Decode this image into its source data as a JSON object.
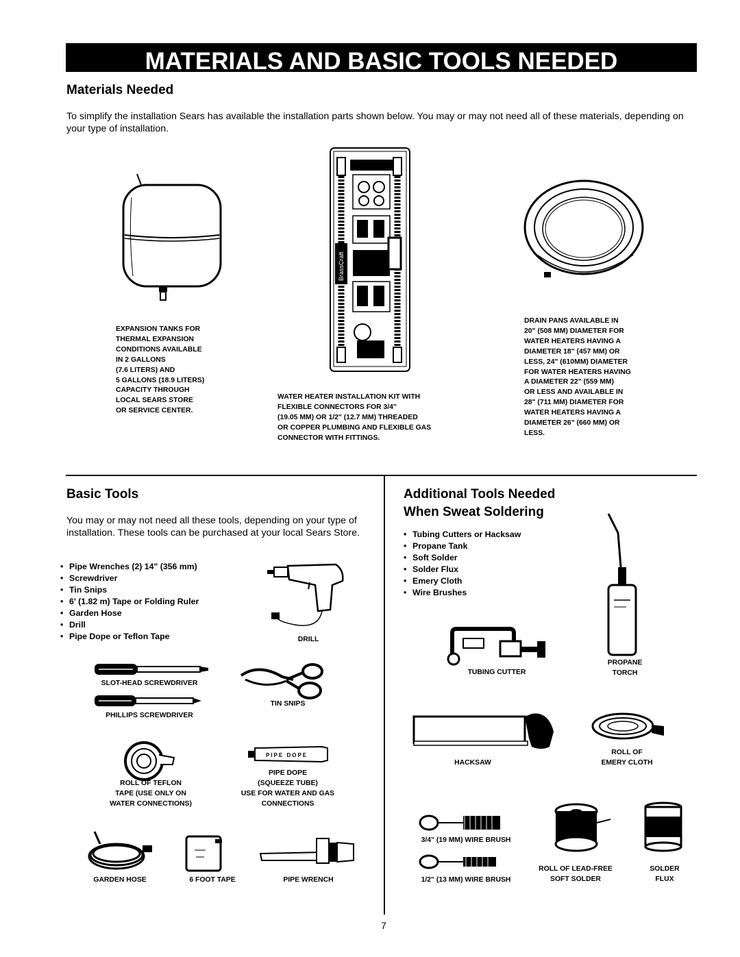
{
  "page": {
    "banner_title": "MATERIALS AND BASIC TOOLS NEEDED",
    "page_number": "7"
  },
  "materials": {
    "heading": "Materials Needed",
    "intro": "To simplify the installation Sears has available the installation parts shown below. You may or may not need all of these materials, depending on your type of installation.",
    "items": [
      {
        "icon": "expansion-tank-icon",
        "caption_lines": [
          "EXPANSION TANKS FOR",
          "THERMAL EXPANSION",
          "CONDITIONS AVAILABLE",
          "IN 2 GALLONS",
          "(7.6 LITERS) AND",
          "5 GALLONS (18.9 LITERS)",
          "CAPACITY THROUGH",
          "LOCAL SEARS STORE",
          "OR SERVICE CENTER."
        ]
      },
      {
        "icon": "installation-kit-icon",
        "kit_brand": "BrassCraft",
        "caption_lines": [
          "WATER HEATER INSTALLATION KIT WITH",
          "FLEXIBLE CONNECTORS FOR 3/4\"",
          "(19.05 mm) OR 1/2\" (12.7 mm) THREADED",
          "OR COPPER PLUMBING AND FLEXIBLE GAS",
          "CONNECTOR WITH FITTINGS."
        ]
      },
      {
        "icon": "drain-pan-icon",
        "caption_lines": [
          "DRAIN PANS AVAILABLE IN",
          "20\" (508 mm) DIAMETER FOR",
          "WATER HEATERS HAVING A",
          "DIAMETER 18\" (457 mm) OR",
          "LESS, 24\" (610mm) DIAMETER",
          "FOR WATER HEATERS HAVING",
          "A DIAMETER 22\" (559 mm)",
          "OR LESS AND AVAILABLE IN",
          "28\" (711 mm) DIAMETER FOR",
          "WATER HEATERS HAVING A",
          "DIAMETER 26\" (660 mm) OR",
          "LESS."
        ]
      }
    ]
  },
  "basic_tools": {
    "heading": "Basic Tools",
    "intro": "You may or may not need all these tools, depending on your type of installation. These tools can be purchased at your local Sears Store.",
    "list": [
      "Pipe Wrenches (2) 14\" (356 mm)",
      "Screwdriver",
      "Tin Snips",
      "6' (1.82 m) Tape or Folding Ruler",
      "Garden Hose",
      "Drill",
      "Pipe Dope or Teflon Tape"
    ],
    "labels": {
      "drill": "DRILL",
      "slot_screwdriver": "SLOT-HEAD SCREWDRIVER",
      "phillips_screwdriver": "PHILLIPS SCREWDRIVER",
      "tin_snips": "TIN SNIPS",
      "teflon_lines": [
        "ROLL OF TEFLON",
        "TAPE (USE ONLY ON",
        "WATER CONNECTIONS)"
      ],
      "pipe_dope_lines": [
        "PIPE DOPE",
        "(SQUEEZE TUBE)",
        "USE FOR WATER AND GAS",
        "CONNECTIONS"
      ],
      "pipe_dope_tube_text": "PIPE DOPE",
      "garden_hose": "GARDEN HOSE",
      "foot_tape": "6 FOOT TAPE",
      "pipe_wrench": "PIPE WRENCH"
    }
  },
  "additional_tools": {
    "heading_line1": "Additional Tools Needed",
    "heading_line2": "When Sweat Soldering",
    "list": [
      "Tubing Cutters or Hacksaw",
      "Propane Tank",
      "Soft Solder",
      "Solder Flux",
      "Emery Cloth",
      "Wire Brushes"
    ],
    "labels": {
      "propane_line1": "PROPANE",
      "propane_line2": "TORCH",
      "tubing_cutter": "TUBING CUTTER",
      "hacksaw": "HACKSAW",
      "emery_line1": "ROLL OF",
      "emery_line2": "EMERY CLOTH",
      "wire_brush_34": "3/4\" (19 mm) WIRE BRUSH",
      "wire_brush_12": "1/2\" (13 mm) WIRE BRUSH",
      "solder_line1": "ROLL OF LEAD-FREE",
      "solder_line2": "SOFT SOLDER",
      "flux_line1": "SOLDER",
      "flux_line2": "FLUX"
    }
  }
}
